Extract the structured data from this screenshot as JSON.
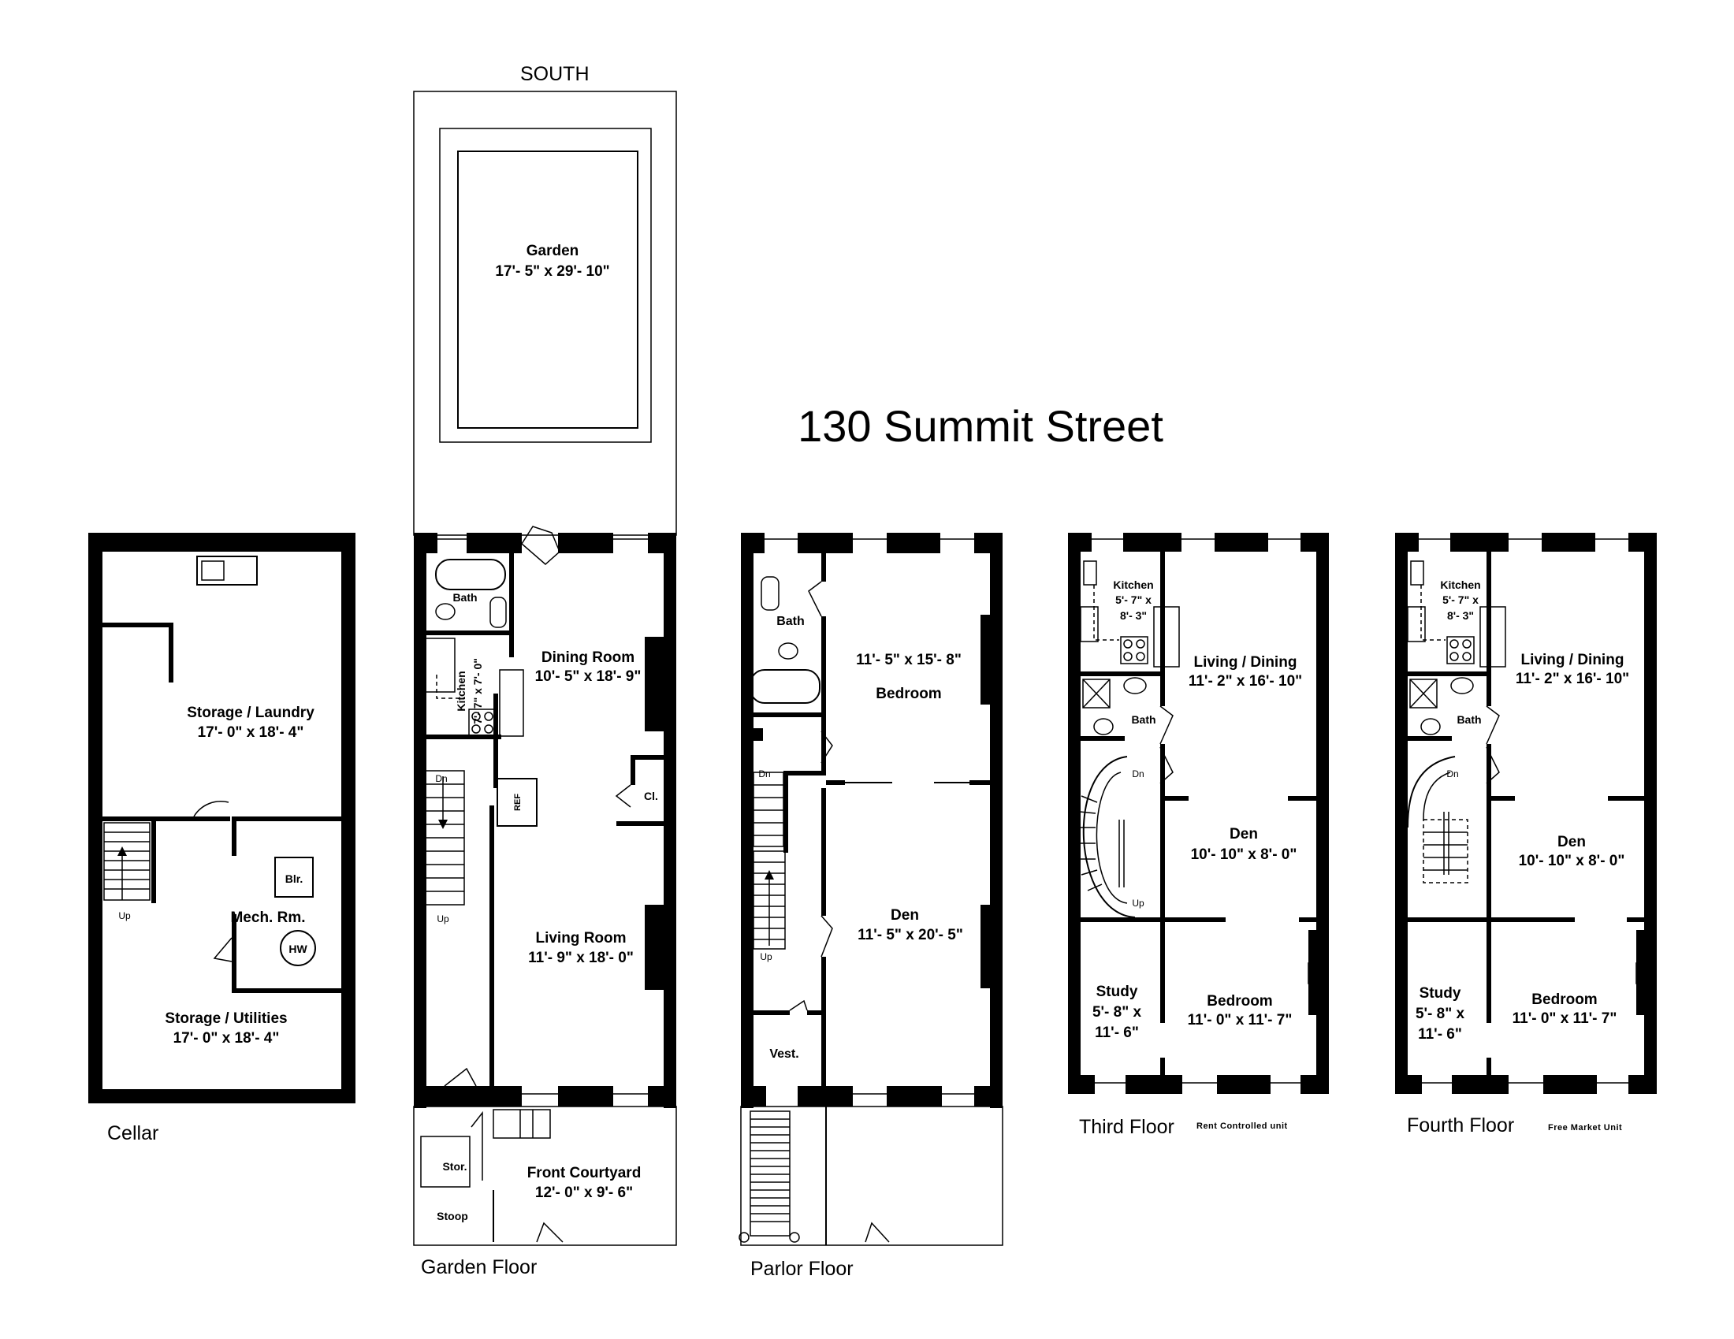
{
  "title": "130 Summit Street",
  "orientation": "SOUTH",
  "floors": {
    "cellar": {
      "name": "Cellar",
      "rooms": {
        "storage_laundry": {
          "name": "Storage / Laundry",
          "dims": "17'- 0\" x 18'- 4\""
        },
        "storage_utilities": {
          "name": "Storage / Utilities",
          "dims": "17'- 0\" x 18'- 4\""
        },
        "mech": {
          "name": "Mech. Rm."
        }
      },
      "blr": "Blr.",
      "hw": "HW",
      "up": "Up"
    },
    "garden": {
      "name": "Garden Floor",
      "rooms": {
        "garden": {
          "name": "Garden",
          "dims": "17'- 5\" x 29'- 10\""
        },
        "bath": {
          "name": "Bath"
        },
        "kitchen": {
          "name": "Kitchen",
          "dims": "7'- 7\" x 7'- 0\""
        },
        "dining": {
          "name": "Dining Room",
          "dims": "10'- 5\" x 18'- 9\""
        },
        "living": {
          "name": "Living Room",
          "dims": "11'- 9\" x 18'- 0\""
        },
        "front_courtyard": {
          "name": "Front Courtyard",
          "dims": "12'- 0\" x 9'- 6\""
        },
        "stor": {
          "name": "Stor."
        },
        "stoop": {
          "name": "Stoop"
        },
        "cl": {
          "name": "Cl."
        }
      },
      "ref": "REF",
      "dn": "Dn",
      "up": "Up"
    },
    "parlor": {
      "name": "Parlor Floor",
      "rooms": {
        "bath": {
          "name": "Bath"
        },
        "bedroom": {
          "name": "Bedroom",
          "dims": "11'- 5\" x 15'- 8\""
        },
        "den": {
          "name": "Den",
          "dims": "11'- 5\" x 20'- 5\""
        },
        "vest": {
          "name": "Vest."
        }
      },
      "dn": "Dn",
      "up": "Up"
    },
    "third": {
      "name": "Third Floor",
      "note": "Rent Controlled unit",
      "rooms": {
        "kitchen": {
          "name": "Kitchen",
          "dims_1": "5'- 7\" x",
          "dims_2": "8'- 3\""
        },
        "living": {
          "name": "Living / Dining",
          "dims": "11'- 2\" x 16'- 10\""
        },
        "bath": {
          "name": "Bath"
        },
        "den": {
          "name": "Den",
          "dims": "10'- 10\" x 8'- 0\""
        },
        "study": {
          "name": "Study",
          "dims_1": "5'- 8\" x",
          "dims_2": "11'- 6\""
        },
        "bedroom": {
          "name": "Bedroom",
          "dims": "11'- 0\" x 11'- 7\""
        }
      },
      "dn": "Dn",
      "up": "Up"
    },
    "fourth": {
      "name": "Fourth Floor",
      "note": "Free Market Unit",
      "rooms": {
        "kitchen": {
          "name": "Kitchen",
          "dims_1": "5'- 7\" x",
          "dims_2": "8'- 3\""
        },
        "living": {
          "name": "Living / Dining",
          "dims": "11'- 2\" x 16'- 10\""
        },
        "bath": {
          "name": "Bath"
        },
        "den": {
          "name": "Den",
          "dims": "10'- 10\" x 8'- 0\""
        },
        "study": {
          "name": "Study",
          "dims_1": "5'- 8\" x",
          "dims_2": "11'- 6\""
        },
        "bedroom": {
          "name": "Bedroom",
          "dims": "11'- 0\" x 11'- 7\""
        }
      },
      "dn": "Dn"
    }
  }
}
